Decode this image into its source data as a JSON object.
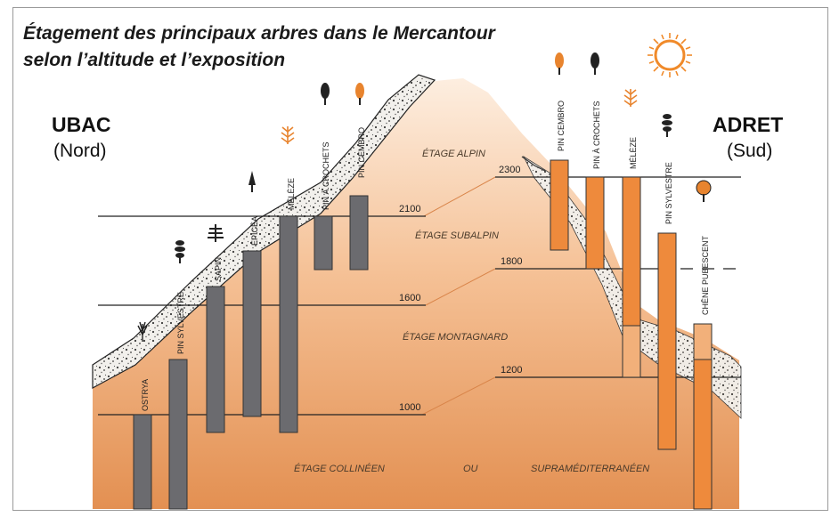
{
  "title": {
    "line1": "Étagement des principaux arbres dans le Mercantour",
    "line2": "selon l’altitude et l’exposition"
  },
  "sides": {
    "left": {
      "name": "UBAC",
      "subtitle": "(Nord)"
    },
    "right": {
      "name": "ADRET",
      "subtitle": "(Sud)"
    }
  },
  "stages": {
    "alpin": "ÉTAGE ALPIN",
    "subalpin": "ÉTAGE SUBALPIN",
    "montagnard": "ÉTAGE MONTAGNARD",
    "collineen": "ÉTAGE COLLINÉEN",
    "ou": "OU",
    "supramed": "SUPRAMÉDITERRANÉEN"
  },
  "altitudes": {
    "a2300": "2300",
    "a2100": "2100",
    "a1800": "1800",
    "a1600": "1600",
    "a1200": "1200",
    "a1000": "1000"
  },
  "trees": {
    "ubac": {
      "ostrya": "OSTRYA",
      "pin_sylvestre": "PIN SYLVESTRE",
      "sapin": "SAPIN",
      "epicea": "ÉPICÉA",
      "meleze": "MÉLÈZE",
      "pin_crochets": "PIN À CROCHETS",
      "pin_cembro": "PIN CEMBRO"
    },
    "adret": {
      "pin_cembro": "PIN CEMBRO",
      "pin_crochets": "PIN À CROCHETS",
      "meleze": "MÉLÈZE",
      "pin_sylvestre": "PIN SYLVESTRE",
      "chene": "CHÊNE PUBESCENT"
    }
  },
  "colors": {
    "ubac_bar": "#6b6b6f",
    "adret_bar": "#ee8a3c",
    "adret_bar_light": "#f2b07a",
    "terrain_top": "#fbe6d3",
    "terrain_bottom": "#e69a5c",
    "sun": "#f08a2a"
  },
  "icons": [
    "sun-icon",
    "conifer-icon",
    "larch-icon",
    "pine-icon",
    "fir-icon",
    "ostrya-icon",
    "oak-icon"
  ]
}
